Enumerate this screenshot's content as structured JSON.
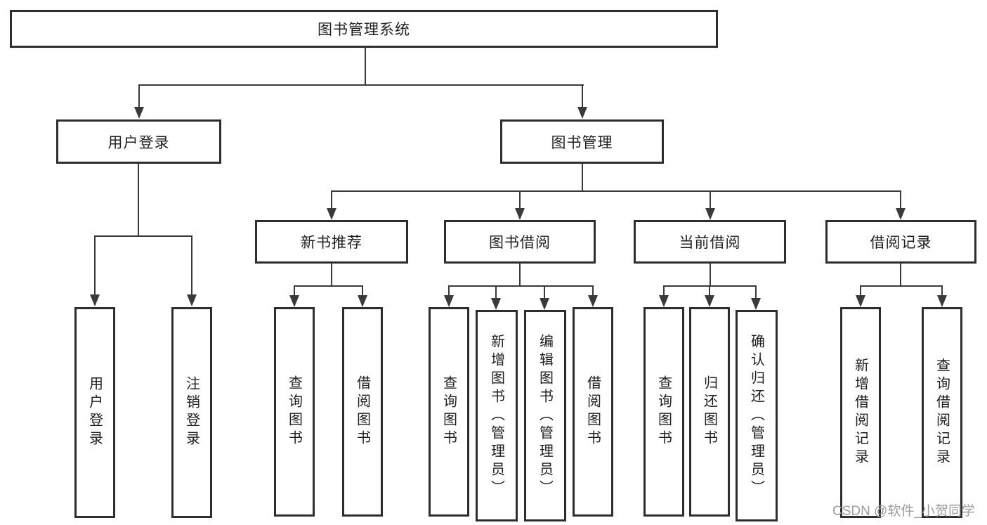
{
  "tree": {
    "label": "图书管理系统",
    "children": [
      {
        "label": "用户登录",
        "children": [
          {
            "label": "用户登录"
          },
          {
            "label": "注销登录"
          }
        ]
      },
      {
        "label": "图书管理",
        "children": [
          {
            "label": "新书推荐",
            "children": [
              {
                "label": "查询图书"
              },
              {
                "label": "借阅图书"
              }
            ]
          },
          {
            "label": "图书借阅",
            "children": [
              {
                "label": "查询图书"
              },
              {
                "label": "新增图书（管理员）"
              },
              {
                "label": "编辑图书（管理员）"
              },
              {
                "label": "借阅图书"
              }
            ]
          },
          {
            "label": "当前借阅",
            "children": [
              {
                "label": "查询图书"
              },
              {
                "label": "归还图书"
              },
              {
                "label": "确认归还（管理员）"
              }
            ]
          },
          {
            "label": "借阅记录",
            "children": [
              {
                "label": "新增借阅记录"
              },
              {
                "label": "查询借阅记录"
              }
            ]
          }
        ]
      }
    ]
  },
  "watermark": {
    "text": "CSDN @软件_小贺同学"
  },
  "colors": {
    "line": "#3a3a3a",
    "box_border": "#2e2e2e",
    "text": "#1f1f1f",
    "watermark": "#9b9ba0",
    "background": "#ffffff"
  }
}
